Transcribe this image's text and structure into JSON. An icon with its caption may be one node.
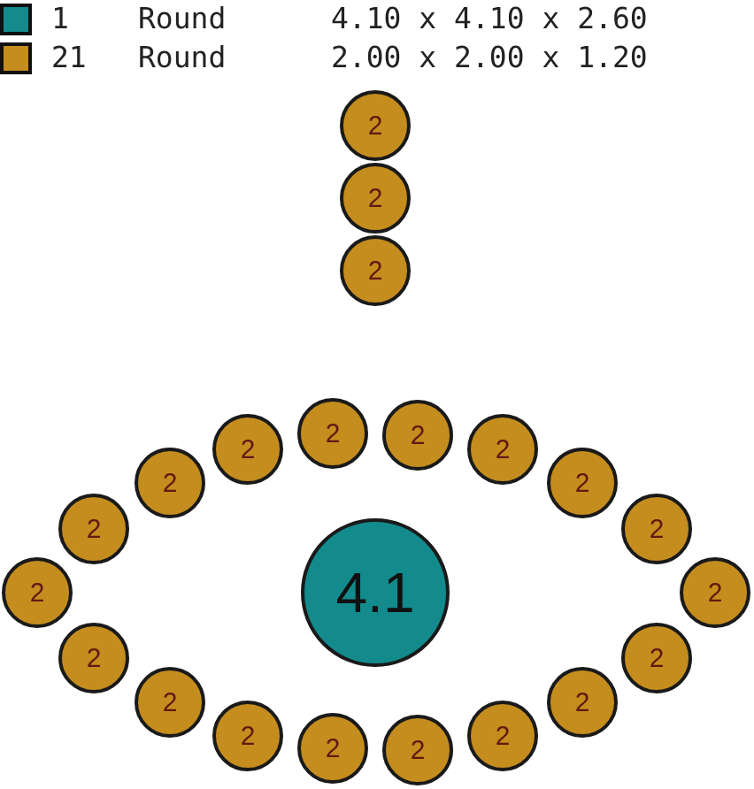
{
  "diagram": {
    "nodes": [
      {
        "text": [
          "2"
        ]
      },
      {
        "text": [
          "2"
        ]
      },
      {
        "text": [
          "2"
        ]
      },
      {
        "text": [
          "2"
        ]
      },
      {
        "text": [
          "2"
        ]
      },
      {
        "text": [
          "2"
        ]
      },
      {
        "text": [
          "2"
        ]
      },
      {
        "text": [
          "2"
        ]
      },
      {
        "text": [
          "2"
        ]
      },
      {
        "text": [
          "2"
        ]
      },
      {
        "text": [
          "2"
        ]
      },
      {
        "text": [
          "2"
        ]
      },
      {
        "text": [
          "4.1"
        ]
      },
      {
        "text": [
          "2"
        ]
      },
      {
        "text": [
          "2"
        ]
      },
      {
        "text": [
          "2"
        ]
      },
      {
        "text": [
          "2"
        ]
      },
      {
        "text": [
          "2"
        ]
      },
      {
        "text": [
          "2"
        ]
      },
      {
        "text": [
          "2"
        ]
      },
      {
        "text": [
          "2"
        ]
      },
      {
        "text": [
          "2"
        ]
      }
    ],
    "labels": [
      "Round",
      "4.10 x 4.10 x 2.60",
      "Round",
      "2.00 x 2.00 x 1.20"
    ],
    "legend": [
      {
        "text": "1",
        "color": "#138a8c"
      },
      {
        "text": "21",
        "color": "#c48d1e"
      }
    ]
  }
}
